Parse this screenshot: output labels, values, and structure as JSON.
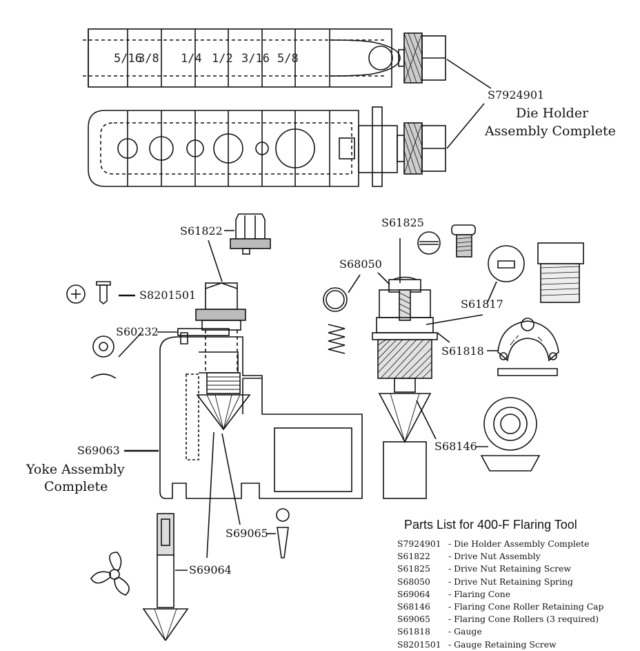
{
  "die_holder": {
    "sizes": [
      "5/16",
      "3/8",
      "1/4",
      "1/2",
      "3/16",
      "5/8"
    ],
    "part_number": "S7924901",
    "name_line1": "Die Holder",
    "name_line2": "Assembly Complete"
  },
  "callouts": {
    "drive_nut": "S61822",
    "retaining_screw_top": "S61825",
    "retaining_spring": "S68050",
    "screw_s8201501": "S8201501",
    "gauge_ring": "S61817",
    "s60232": "S60232",
    "gauge": "S61818",
    "yoke": "S69063",
    "yoke_name_line1": "Yoke Assembly",
    "yoke_name_line2": "Complete",
    "roller_cap": "S68146",
    "rollers": "S69065",
    "flaring_cone": "S69064"
  },
  "parts_list": {
    "title": "Parts List for 400-F Flaring Tool",
    "rows": [
      {
        "part": "S7924901",
        "desc": "- Die Holder Assembly Complete"
      },
      {
        "part": "S61822",
        "desc": "- Drive Nut Assembly"
      },
      {
        "part": "S61825",
        "desc": "- Drive Nut Retaining Screw"
      },
      {
        "part": "S68050",
        "desc": "- Drive Nut Retaining Spring"
      },
      {
        "part": "S69064",
        "desc": "- Flaring Cone"
      },
      {
        "part": "S68146",
        "desc": "- Flaring Cone Roller Retaining Cap"
      },
      {
        "part": "S69065",
        "desc": "- Flaring Cone Rollers (3 required)"
      },
      {
        "part": "S61818",
        "desc": "- Gauge"
      },
      {
        "part": "S8201501",
        "desc": "- Gauge Retaining Screw"
      }
    ]
  }
}
